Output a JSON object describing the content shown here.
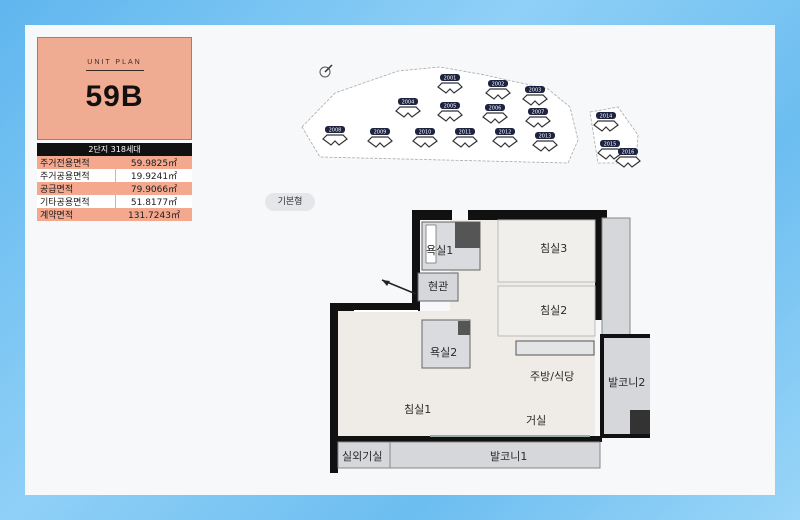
{
  "plan": {
    "subtitle": "UNIT PLAN",
    "type_code": "59B"
  },
  "area_table": {
    "header": "2단지 318세대",
    "rows": [
      {
        "label": "주거전용면적",
        "value": "59.9825㎡"
      },
      {
        "label": "주거공용면적",
        "value": "19.9241㎡"
      },
      {
        "label": "공급면적",
        "value": "79.9066㎡"
      },
      {
        "label": "기타공용면적",
        "value": "51.8177㎡"
      },
      {
        "label": "계약면적",
        "value": "131.7243㎡"
      }
    ]
  },
  "site_plan": {
    "building_labels": [
      "2001",
      "2002",
      "2003",
      "2004",
      "2005",
      "2006",
      "2007",
      "2008",
      "2009",
      "2010",
      "2011",
      "2012",
      "2013",
      "2014",
      "2015",
      "2016"
    ]
  },
  "type_pill": "기본형",
  "rooms": {
    "bath1": "욕실1",
    "entrance": "현관",
    "bedroom3": "침실3",
    "bedroom2": "침실2",
    "bath2": "욕실2",
    "kitchen": "주방/식당",
    "balcony2": "발코니2",
    "bedroom1": "침실1",
    "living": "거실",
    "outdoor_unit": "실외기실",
    "balcony1": "발코니1"
  },
  "colors": {
    "plan_card": "#f0ac93",
    "table_odd": "#f4a88d",
    "wall": "#111111",
    "floor_fill": "#efece7",
    "balcony_fill": "#d5d7da"
  }
}
